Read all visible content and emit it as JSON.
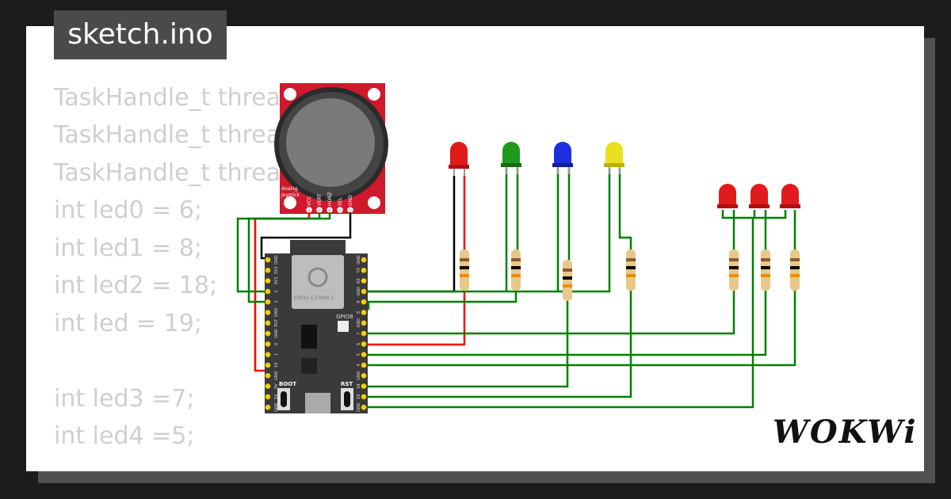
{
  "file_tab": {
    "title": "sketch.ino"
  },
  "code_lines": [
    "TaskHandle_t threa",
    "TaskHandle_t threa",
    "TaskHandle_t threa",
    "int led0 = 6;",
    "int led1 = 8;",
    "int led2 = 18;",
    "int led = 19;",
    "",
    "int led3 =7;",
    "int led4 =5;"
  ],
  "board": {
    "module_label": "ESP32-C3-MINI-1",
    "gpio_led_label": "GPIO8",
    "boot_label": "BOOT",
    "rst_label": "RST",
    "left_pins": [
      "GND",
      "3V3",
      "3V3",
      "2",
      "3",
      "GND",
      "RST",
      "GND",
      "0",
      "1",
      "10",
      "GND",
      "5V",
      "5V",
      "GND"
    ],
    "right_pins": [
      "GND",
      "TX",
      "RX",
      "GND",
      "9",
      "8",
      "GND",
      "7",
      "6",
      "5",
      "4",
      "GND",
      "18",
      "19",
      "GND"
    ]
  },
  "joystick": {
    "label_line1": "Analog",
    "label_line2": "Joystick",
    "pins": [
      "VCC",
      "VERT",
      "HORZ",
      "SEL",
      "GND"
    ]
  },
  "leds": [
    {
      "color": "#e01b1b"
    },
    {
      "color": "#1f9a1f"
    },
    {
      "color": "#1e2fe0"
    },
    {
      "color": "#e8e020"
    },
    {
      "color": "#e01b1b"
    },
    {
      "color": "#e01b1b"
    },
    {
      "color": "#e01b1b"
    }
  ],
  "wire_colors": {
    "signal": "#008000",
    "power": "#ff0000",
    "ground": "#000000"
  },
  "brand": {
    "logo": "WOKWi"
  }
}
